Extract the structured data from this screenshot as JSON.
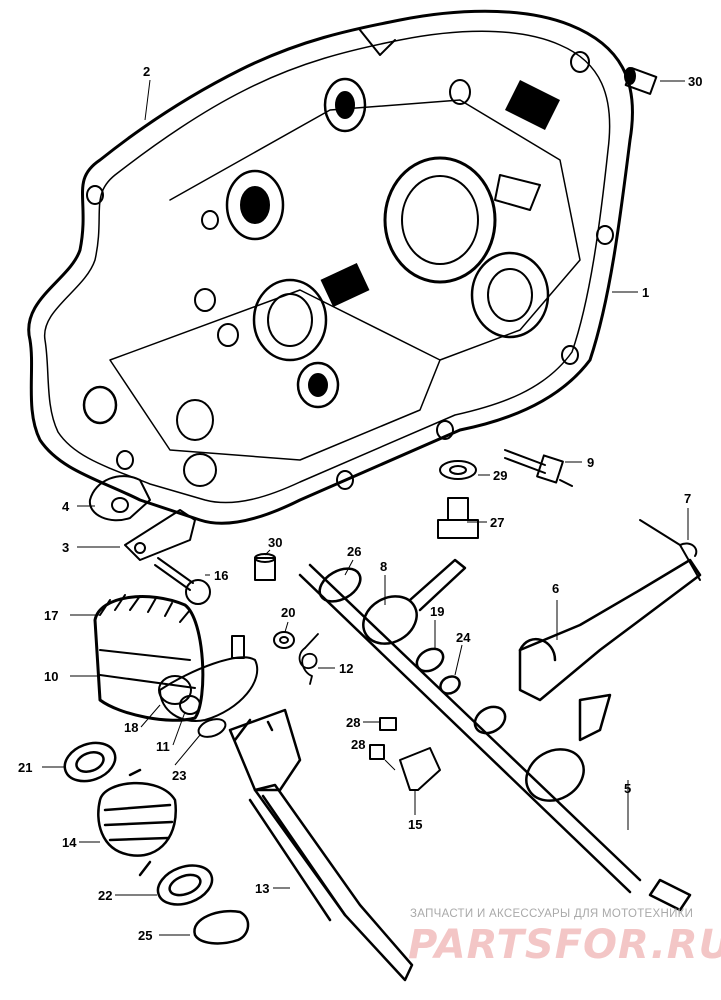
{
  "diagram": {
    "callouts": [
      {
        "id": "c1",
        "label": "1"
      },
      {
        "id": "c2",
        "label": "2"
      },
      {
        "id": "c3",
        "label": "3"
      },
      {
        "id": "c4",
        "label": "4"
      },
      {
        "id": "c5",
        "label": "5"
      },
      {
        "id": "c6",
        "label": "6"
      },
      {
        "id": "c7",
        "label": "7"
      },
      {
        "id": "c8",
        "label": "8"
      },
      {
        "id": "c9",
        "label": "9"
      },
      {
        "id": "c10",
        "label": "10"
      },
      {
        "id": "c11",
        "label": "11"
      },
      {
        "id": "c12",
        "label": "12"
      },
      {
        "id": "c13",
        "label": "13"
      },
      {
        "id": "c14",
        "label": "14"
      },
      {
        "id": "c15",
        "label": "15"
      },
      {
        "id": "c16",
        "label": "16"
      },
      {
        "id": "c17",
        "label": "17"
      },
      {
        "id": "c18",
        "label": "18"
      },
      {
        "id": "c19",
        "label": "19"
      },
      {
        "id": "c20",
        "label": "20"
      },
      {
        "id": "c21",
        "label": "21"
      },
      {
        "id": "c22",
        "label": "22"
      },
      {
        "id": "c23",
        "label": "23"
      },
      {
        "id": "c24",
        "label": "24"
      },
      {
        "id": "c25",
        "label": "25"
      },
      {
        "id": "c26",
        "label": "26"
      },
      {
        "id": "c27",
        "label": "27"
      },
      {
        "id": "c28a",
        "label": "28"
      },
      {
        "id": "c28b",
        "label": "28"
      },
      {
        "id": "c29",
        "label": "29"
      },
      {
        "id": "c30a",
        "label": "30"
      },
      {
        "id": "c30b",
        "label": "30"
      }
    ]
  },
  "watermark": {
    "caption": "ЗАПЧАСТИ И АКСЕССУАРЫ ДЛЯ МОТОТЕХНИКИ",
    "brand": "PARTSFOR.RU"
  }
}
